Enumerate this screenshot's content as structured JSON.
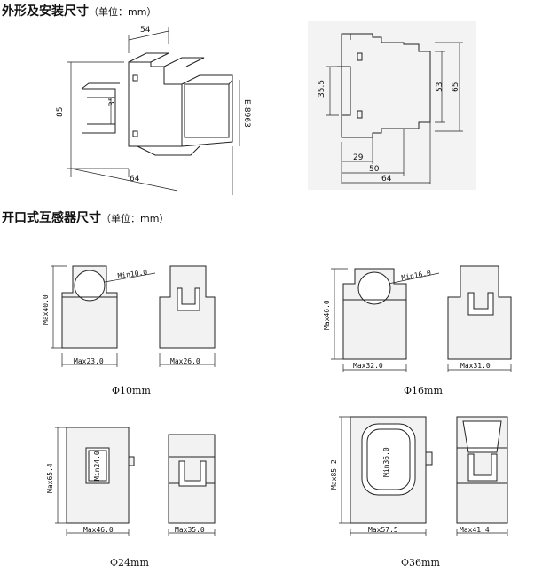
{
  "section1": {
    "title": "外形及安装尺寸",
    "unit": "（单位：mm）"
  },
  "section2": {
    "title": "开口式互感器尺寸",
    "unit": "（单位：mm）"
  },
  "iso_dims": {
    "top": "54",
    "height": "85",
    "inner": "35",
    "bottom": "64",
    "side": "E-8963"
  },
  "side_dims": {
    "left": "35.5",
    "mid": "53",
    "right": "65",
    "b1": "29",
    "b2": "50",
    "b3": "64"
  },
  "ct": [
    {
      "caption": "Φ10mm",
      "height": "Max40.0",
      "width": "Max23.0",
      "hole": "Min10.0",
      "side_width": "Max26.0"
    },
    {
      "caption": "Φ16mm",
      "height": "Max46.0",
      "width": "Max32.0",
      "hole": "Min16.0",
      "side_width": "Max31.0"
    },
    {
      "caption": "Φ24mm",
      "height": "Max65.4",
      "width": "Max46.0",
      "hole": "Min24.0",
      "side_width": "Max35.0"
    },
    {
      "caption": "Φ36mm",
      "height": "Max85.2",
      "width": "Max57.5",
      "hole": "Min36.0",
      "side_width": "Max41.4"
    }
  ]
}
